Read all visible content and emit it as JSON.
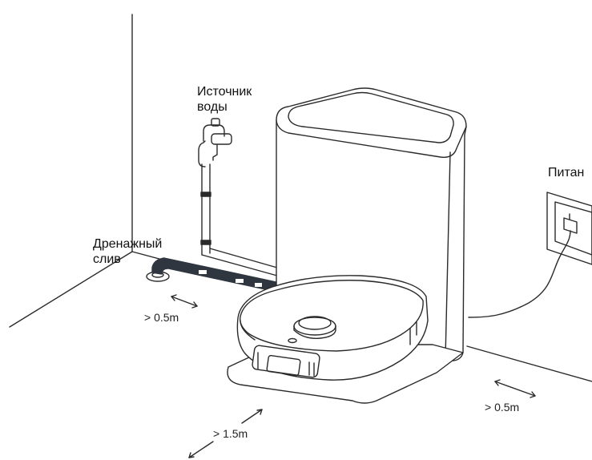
{
  "labels": {
    "water_source": [
      "Источник",
      "воды"
    ],
    "drain": [
      "Дренажный",
      "слив"
    ],
    "power": "Питан",
    "clearance_left": "> 0.5m",
    "clearance_right": "> 0.5m",
    "clearance_front": "> 1.5m"
  },
  "colors": {
    "line": "#2a2a2a",
    "hose_dark": "#2f3640",
    "fill": "#ffffff"
  }
}
